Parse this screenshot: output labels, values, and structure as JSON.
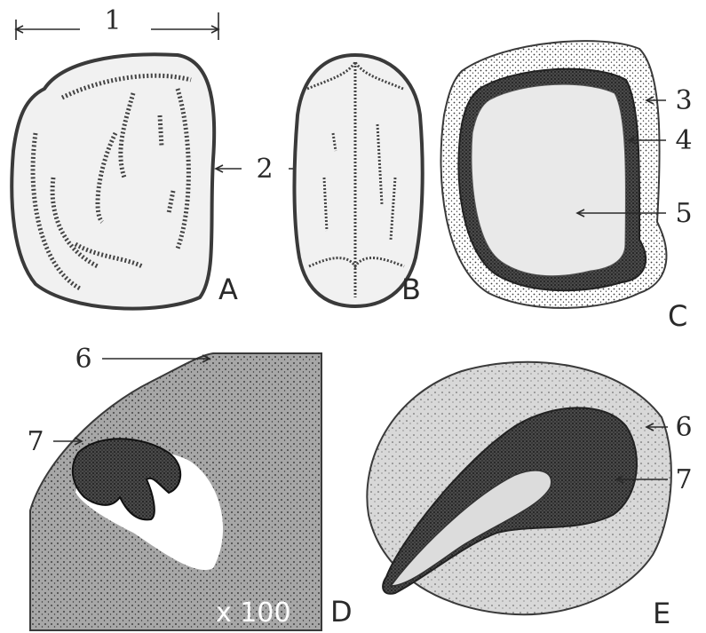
{
  "panels": {
    "a": {
      "letter": "A"
    },
    "b": {
      "letter": "B"
    },
    "c": {
      "letter": "C"
    },
    "d": {
      "letter": "D",
      "magnification": "x 100"
    },
    "e": {
      "letter": "E"
    }
  },
  "callouts": {
    "scale_bar": "1",
    "c2": "2",
    "c3": "3",
    "c4": "4",
    "c5": "5",
    "d6": "6",
    "d7": "7",
    "e6": "6",
    "e7": "7"
  },
  "colors": {
    "ink": "#2a2a2a",
    "stipple_dark": "#3a3a3a",
    "panel_gray": "#a7a7a7",
    "light_fill": "#e9e9e9"
  }
}
